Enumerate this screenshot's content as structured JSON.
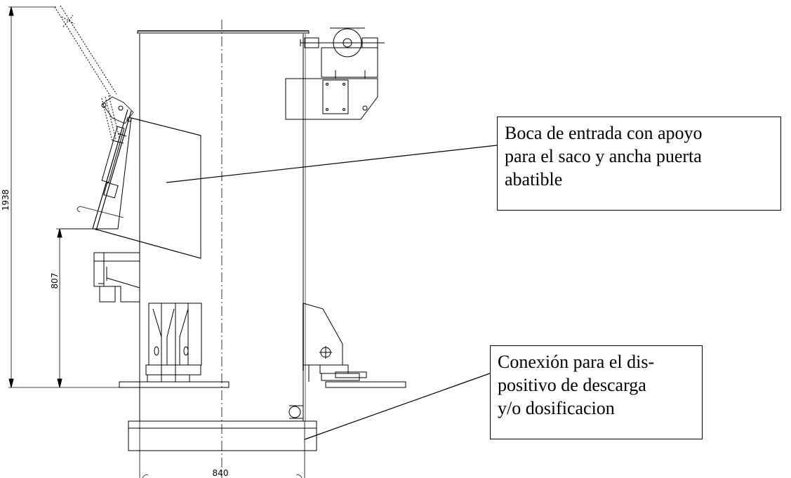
{
  "dimensions": {
    "height_total": "1938",
    "inlet_height": "807",
    "width": "840"
  },
  "callouts": [
    {
      "lines": [
        "Boca de entrada con apoyo",
        "para el saco y ancha puerta",
        "abatible"
      ]
    },
    {
      "lines": [
        "Conexión para el dis-",
        "positivo de descarga",
        "y/o dosificacion"
      ]
    }
  ],
  "colors": {
    "line": "#000000",
    "background": "#ffffff"
  }
}
